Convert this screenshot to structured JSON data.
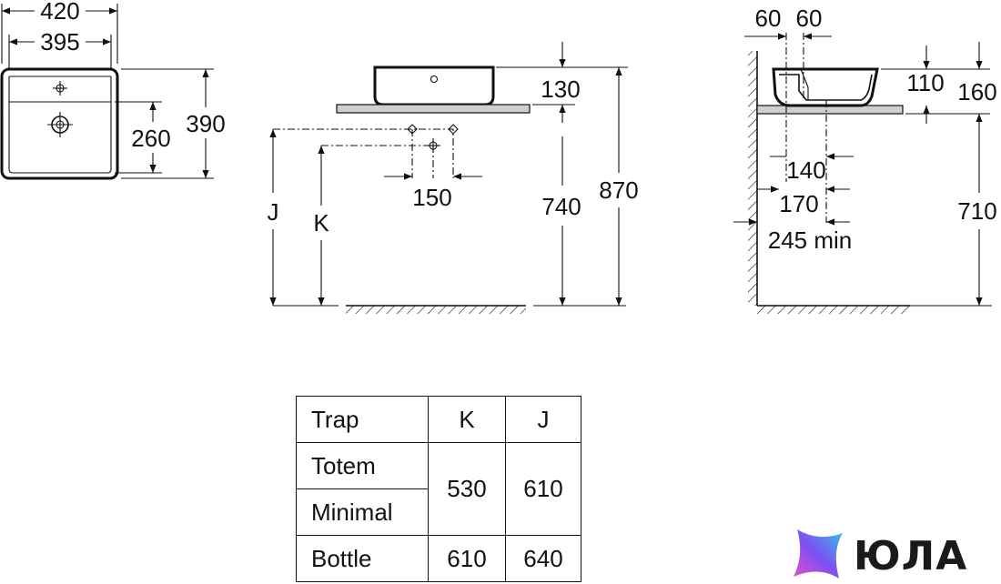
{
  "top_view": {
    "width_outer": "420",
    "width_inner": "395",
    "depth": "390",
    "bowl_depth": "260"
  },
  "front_view": {
    "basin_height": "130",
    "counter_height": "740",
    "total_height": "870",
    "label_j": "J",
    "label_k": "K",
    "waste_spacing": "150"
  },
  "side_view": {
    "offset_a": "60",
    "offset_b": "60",
    "bowl_height": "110",
    "total_basin_height": "160",
    "d140": "140",
    "d170": "170",
    "d245": "245 min",
    "floor_height": "710"
  },
  "trap_table": {
    "header": {
      "trap": "Trap",
      "k": "K",
      "j": "J"
    },
    "rows": [
      {
        "name": "Totem"
      },
      {
        "name": "Minimal"
      },
      {
        "name": "Bottle",
        "k": "610",
        "j": "640"
      }
    ],
    "merged": {
      "k": "530",
      "j": "610"
    }
  },
  "brand": {
    "name": "ЮЛА",
    "colors": {
      "pink": "#e24bd0",
      "violet": "#7b52f2",
      "cyan": "#35c3f0"
    }
  }
}
